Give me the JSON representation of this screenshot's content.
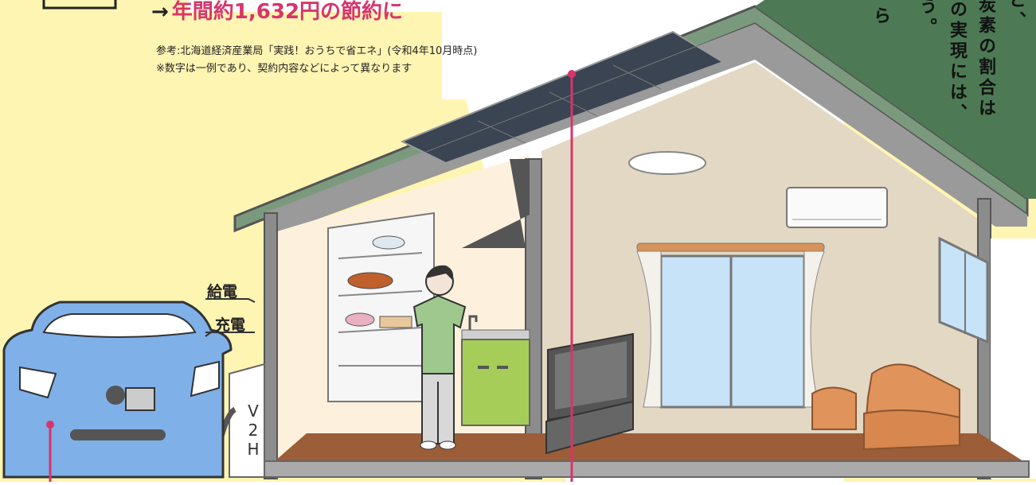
{
  "saving": {
    "arrow": "→",
    "text": "年間約1,632円の節約に"
  },
  "reference": [
    "参考:北海道経済産業局「実践！おうちで省エネ」(令和4年10月時点)",
    "※数字は一例であり、契約内容などによって異なります"
  ],
  "vertical_text": [
    "と、",
    "炭素の割合は",
    "の実現には、",
    "う。",
    "ら"
  ],
  "labels": {
    "supply": "給電",
    "charge": "充電",
    "v2h": "V2H"
  },
  "colors": {
    "background_accent": "#fff5b3",
    "roof": "#7b9a7d",
    "roof_dark": "#4d7a54",
    "house_frame": "#8c8c8c",
    "interior_left": "#fdf1de",
    "interior_right": "#e3d8c3",
    "floor": "#9b5e38",
    "car": "#7fb0e8",
    "pointer": "#d9346a",
    "kitchen_counter": "#a6cd58",
    "sofa": "#e0935a",
    "window_glass": "#c6e3f7"
  }
}
